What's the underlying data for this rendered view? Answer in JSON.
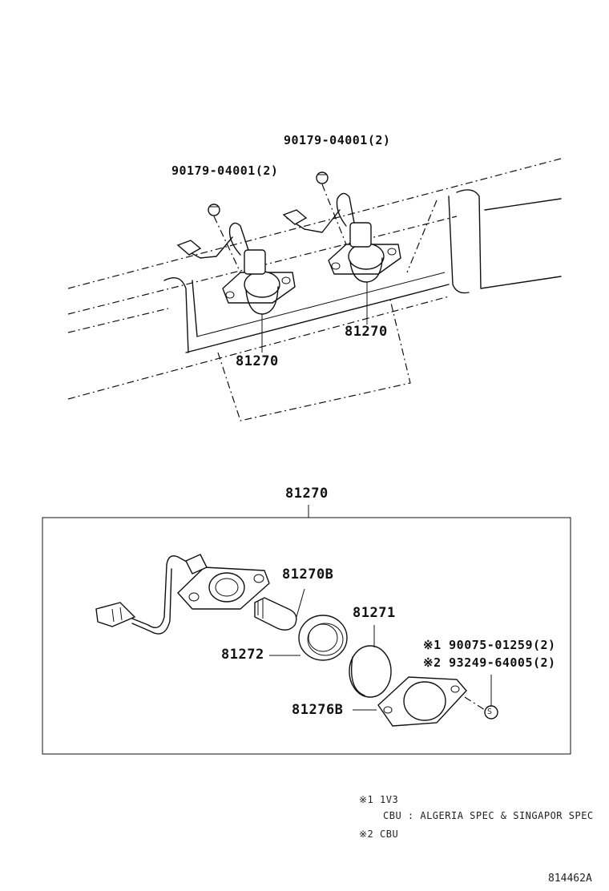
{
  "labels": {
    "bolt_upper": "90179-04001(2)",
    "bolt_left": "90179-04001(2)",
    "lamp_right": "81270",
    "lamp_left": "81270",
    "assembly": "81270",
    "bulb": "81270B",
    "lens": "81271",
    "gasket": "81272",
    "housing": "81276B",
    "screw_1": "※1 90075-01259(2)",
    "screw_2": "※2 93249-64005(2)",
    "screw_symbol": "S"
  },
  "notes": {
    "line1": "※1 1V3",
    "line2": "CBU : ALGERIA SPEC & SINGAPOR SPEC",
    "line3": "※2 CBU"
  },
  "figure_number": "814462A"
}
